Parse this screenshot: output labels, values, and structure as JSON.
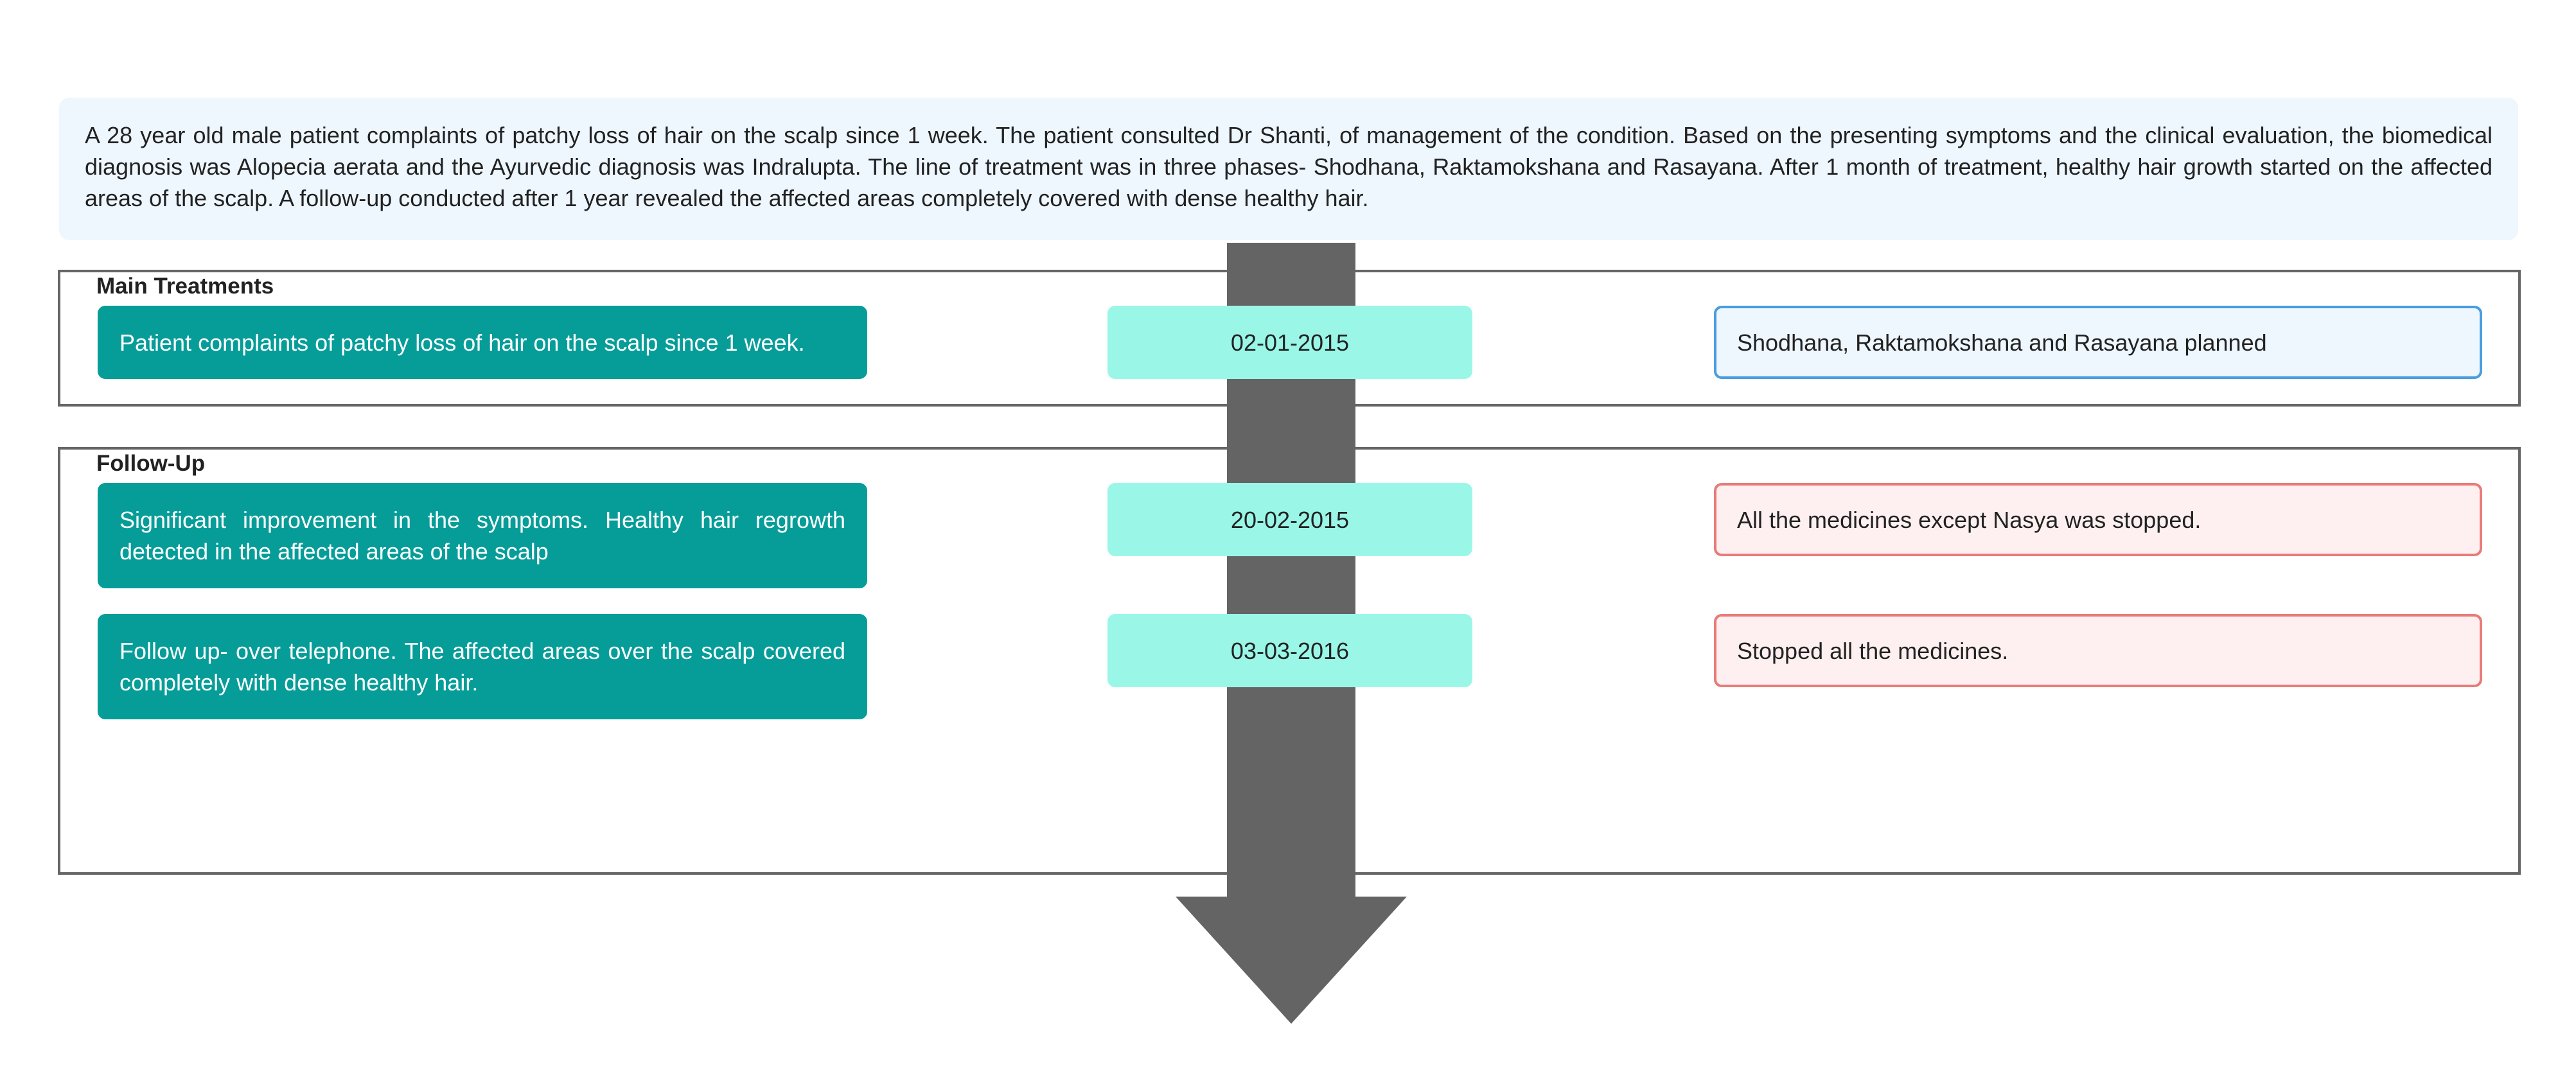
{
  "summary": "A 28 year old male patient complaints of patchy loss of hair on the scalp since 1 week. The patient consulted Dr Shanti, of management of the condition. Based on the presenting symptoms and the clinical evaluation, the biomedical diagnosis was Alopecia aerata and the Ayurvedic diagnosis was Indralupta. The line of treatment was in three phases- Shodhana, Raktamokshana and Rasayana. After 1 month of treatment, healthy hair growth started on the affected areas of the scalp. A follow-up conducted after 1 year revealed the affected areas completely covered with dense healthy hair.",
  "sections": {
    "main": {
      "title": "Main Treatments",
      "rows": [
        {
          "event": "Patient complaints of patchy loss of hair on the scalp since 1 week.",
          "date": "02-01-2015",
          "outcome": "Shodhana, Raktamokshana and Rasayana planned"
        }
      ]
    },
    "follow_up": {
      "title": "Follow-Up",
      "rows": [
        {
          "event": "Significant improvement in the symptoms. Healthy hair regrowth detected in the affected areas of the scalp",
          "date": "20-02-2015",
          "outcome": "All the medicines except Nasya was stopped."
        },
        {
          "event": "Follow up- over telephone. The affected areas over the scalp covered completely with dense healthy hair.",
          "date": "03-03-2016",
          "outcome": "Stopped all the medicines."
        }
      ]
    }
  },
  "colors": {
    "event_fill": "#069d99",
    "date_fill": "#9af7e8",
    "plan_fill": "#eef6fe",
    "plan_border": "#4a9de0",
    "stop_fill": "#fef0f0",
    "stop_border": "#e87b78",
    "arrow": "#646464"
  }
}
